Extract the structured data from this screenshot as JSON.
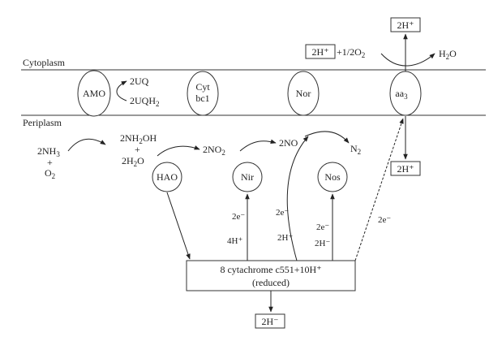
{
  "labels": {
    "cytoplasm": "Cytoplasm",
    "periplasm": "Periplasm"
  },
  "membrane": {
    "amo": "AMO",
    "cyt_line1": "Cyt",
    "cyt_line2": "bc1",
    "nor": "Nor",
    "aa3_base": "aa",
    "aa3_sub": "3"
  },
  "quinones": {
    "uq": "2UQ",
    "uqh_base": "2UQH",
    "uqh_sub": "2"
  },
  "cytoplasm_reaction": {
    "box_in": "2H⁺",
    "o2_text": "+1/2O",
    "o2_sub": "2",
    "water_base": "H",
    "water_sub": "2",
    "water_end": "O",
    "box_top": "2H⁺"
  },
  "periplasm_chain": {
    "nh3_base": "2NH",
    "nh3_sub": "3",
    "plus1": "+",
    "o2_base": "O",
    "o2_sub": "2",
    "nh2oh_base": "2NH",
    "nh2oh_sub": "2",
    "nh2oh_end": "OH",
    "plus2": "+",
    "h2o_base": "2H",
    "h2o_sub": "2",
    "h2o_end": "O",
    "no2_base": "2NO",
    "no2_sub": "2",
    "no": "2NO",
    "n2_base": "N",
    "n2_sub": "2",
    "box_right": "2H⁺"
  },
  "enzymes": {
    "hao": "HAO",
    "nir": "Nir",
    "nos": "Nos"
  },
  "electron_labels": {
    "nir_e": "2e⁻",
    "nir_h": "4H⁺",
    "arc_e": "2e⁻",
    "arc_h": "2H⁺",
    "nos_e": "2e⁻",
    "nos_h": "2H⁻",
    "aa3_e": "2e⁻"
  },
  "cytochrome": {
    "line1": "8 cytachrome c551+10H⁺",
    "line2": "(reduced)",
    "box_bottom": "2H⁻"
  }
}
